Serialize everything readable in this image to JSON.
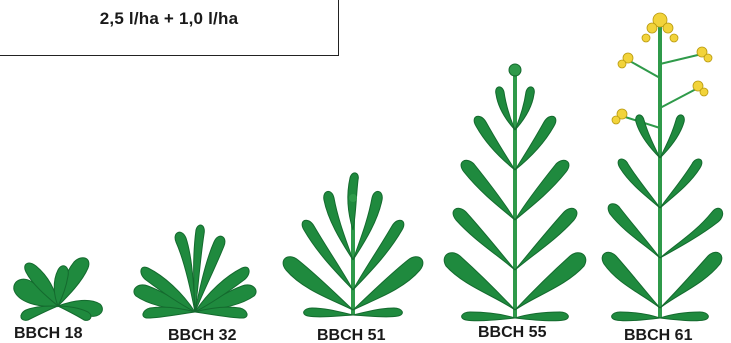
{
  "dose": "2,5 l/ha + 1,0 l/ha",
  "colors": {
    "leaf": "#1f8a3e",
    "leaf_dark": "#146a2e",
    "stem": "#2f9a4a",
    "flower": "#f2d33a"
  },
  "stages": [
    {
      "label": "BBCH 18",
      "plant": "rosette-plant"
    },
    {
      "label": "BBCH 32",
      "plant": "stem-elongation-plant"
    },
    {
      "label": "BBCH 51",
      "plant": "bud-visible-plant"
    },
    {
      "label": "BBCH 55",
      "plant": "bud-separation-plant"
    },
    {
      "label": "BBCH 61",
      "plant": "flowering-plant"
    }
  ]
}
